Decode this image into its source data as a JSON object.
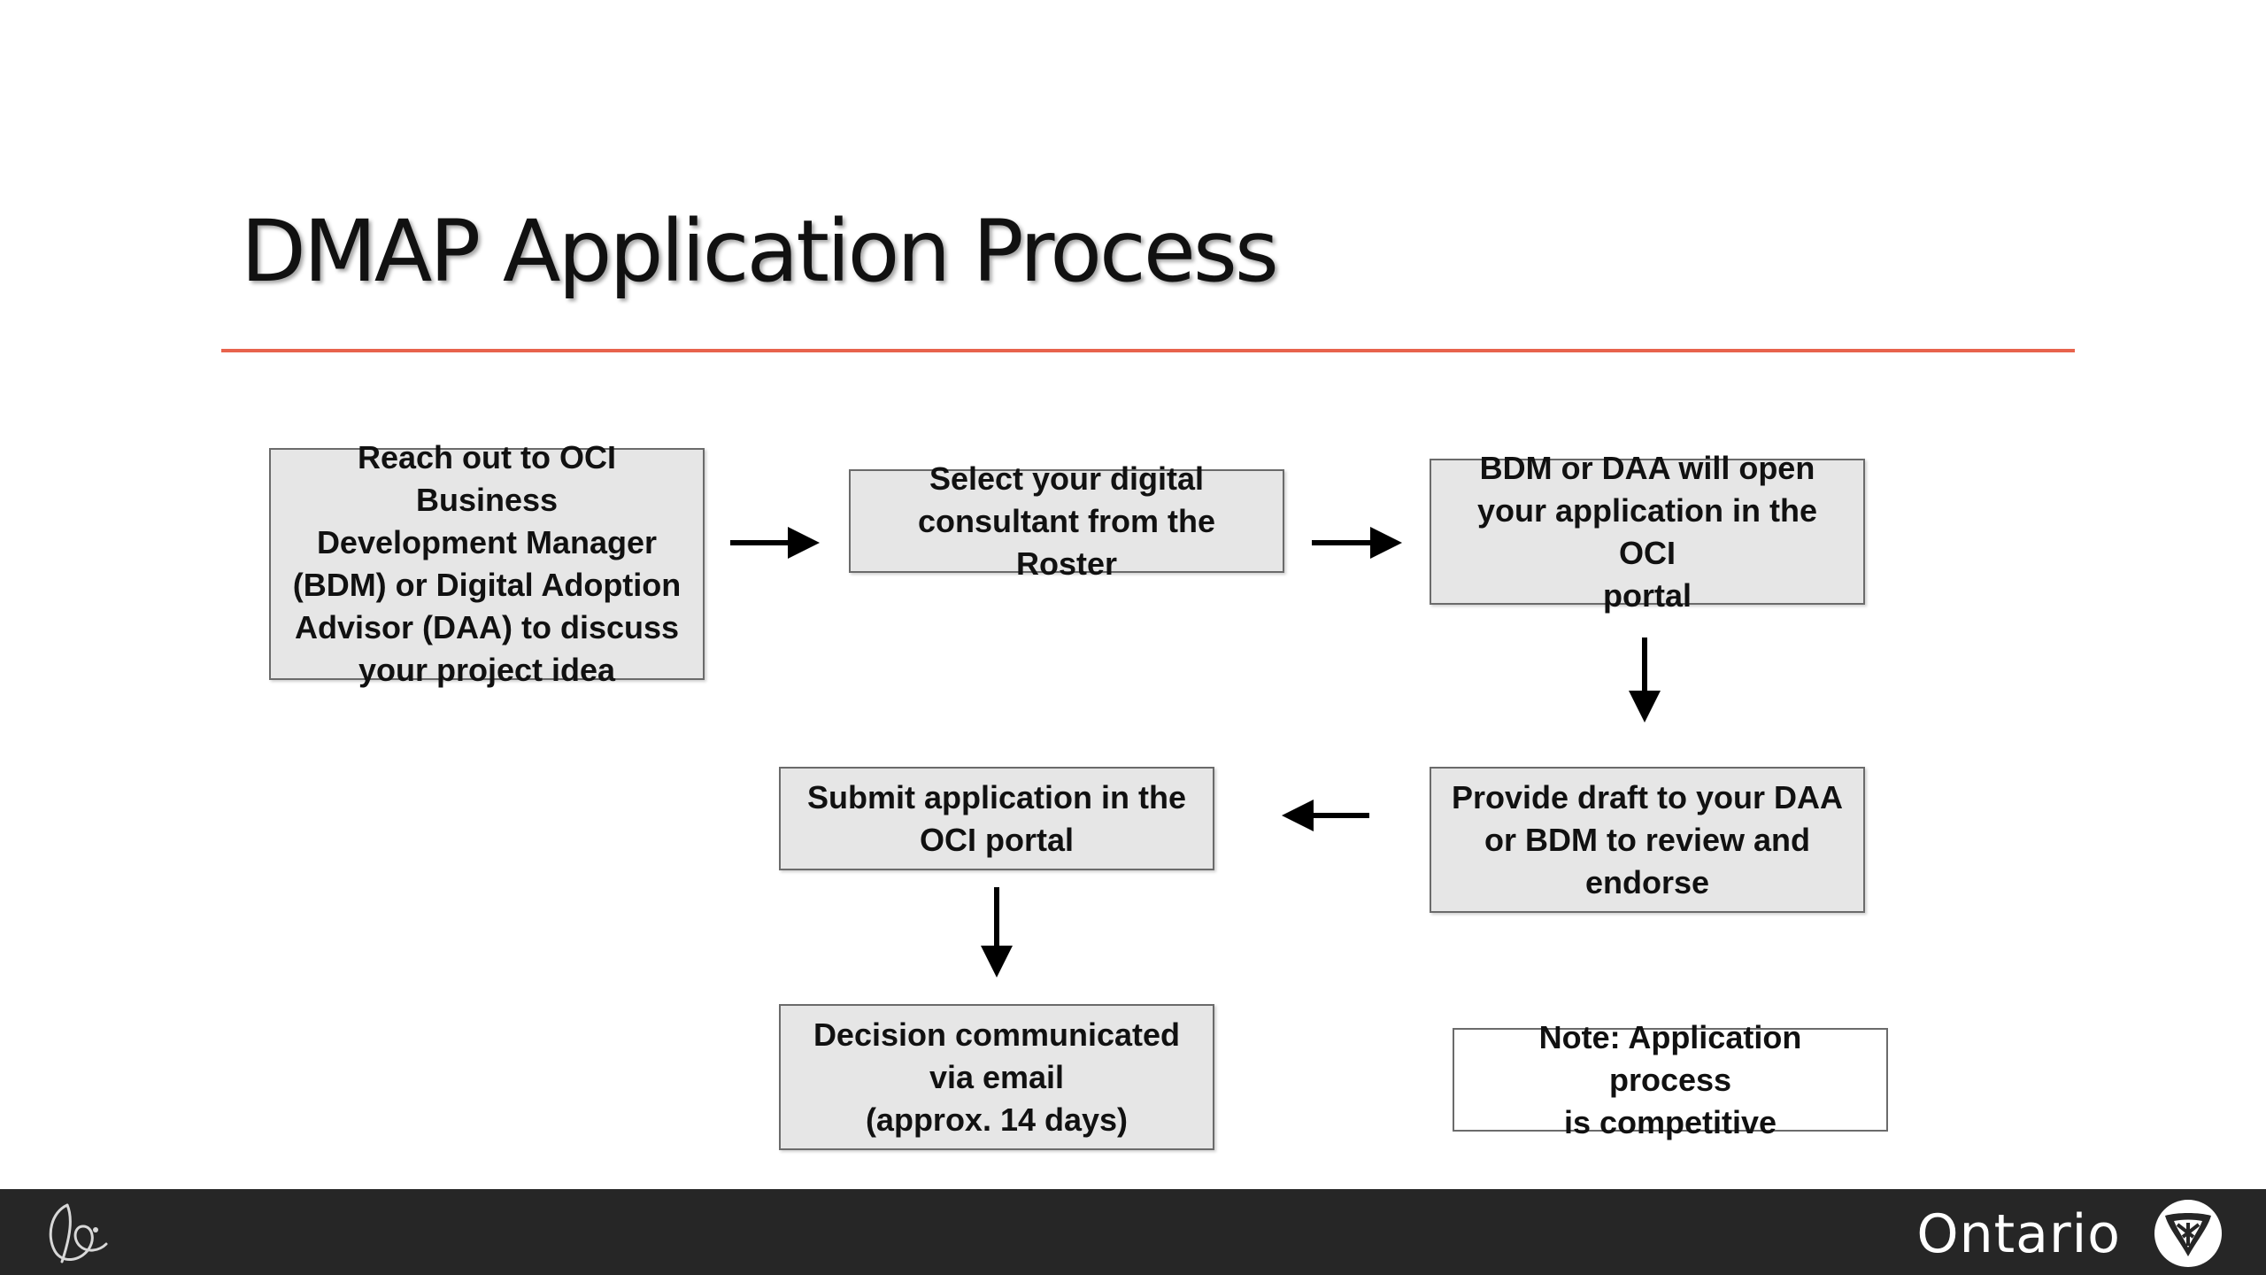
{
  "slide": {
    "title": "DMAP Application Process"
  },
  "diagram": {
    "steps": [
      {
        "id": "reach-out",
        "label": "Reach out to OCI Business\nDevelopment Manager\n(BDM) or Digital Adoption\nAdvisor (DAA) to discuss\nyour project idea"
      },
      {
        "id": "select-consultant",
        "label": "Select your digital\nconsultant from the Roster"
      },
      {
        "id": "open-application",
        "label": "BDM or DAA will open\nyour application in the OCI\nportal"
      },
      {
        "id": "provide-draft",
        "label": "Provide draft to your DAA\nor BDM to review and\nendorse"
      },
      {
        "id": "submit-application",
        "label": "Submit application in the\nOCI portal"
      },
      {
        "id": "decision",
        "label": "Decision communicated\nvia email\n(approx. 14 days)"
      }
    ],
    "note": "Note:  Application process\nis competitive",
    "flow": [
      [
        "reach-out",
        "select-consultant"
      ],
      [
        "select-consultant",
        "open-application"
      ],
      [
        "open-application",
        "provide-draft"
      ],
      [
        "provide-draft",
        "submit-application"
      ],
      [
        "submit-application",
        "decision"
      ]
    ]
  },
  "footer": {
    "wordmark": "Ontario",
    "logo_icon": "ontario-trillium-logo",
    "mark_icon": "handwritten-signature-mark"
  },
  "colors": {
    "title_rule": "#e8634d",
    "footer_bg": "#262626",
    "box_fill": "#e6e6e6"
  }
}
